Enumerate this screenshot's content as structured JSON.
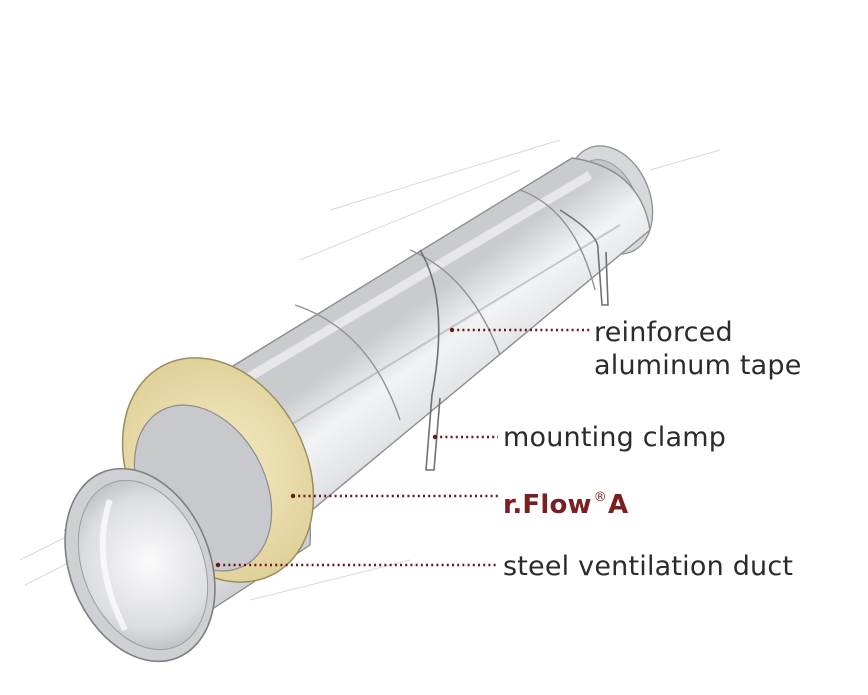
{
  "labels": {
    "tape_line1": "reinforced",
    "tape_line2": "aluminum tape",
    "clamp": "mounting clamp",
    "insulation_brand": "r.Flow",
    "insulation_reg": "®",
    "insulation_suffix": "A",
    "duct": "steel ventilation duct"
  },
  "colors": {
    "leader_line": "#6b1616",
    "brand_text": "#7a1f1f",
    "label_text": "#2b2b2b",
    "insulation": "#efe4b4",
    "foil": "#e9eaec"
  }
}
